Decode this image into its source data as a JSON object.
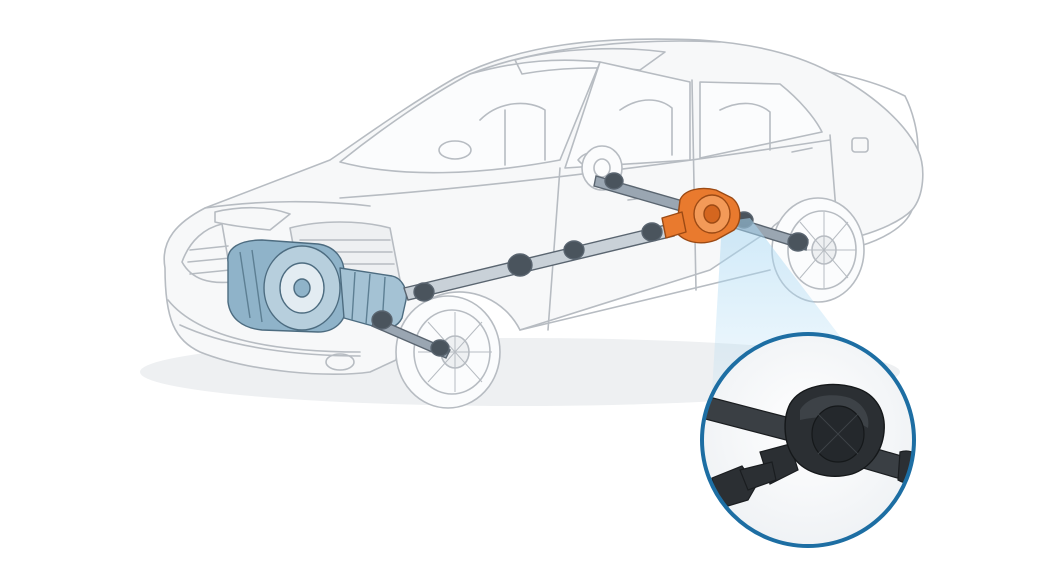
{
  "diagram": {
    "subject": "drivetrain-cutaway-illustration",
    "components": [
      {
        "name": "car-body",
        "icon": "sedan-outline"
      },
      {
        "name": "transmission",
        "icon": "gearbox"
      },
      {
        "name": "drive-shaft",
        "icon": "shaft"
      },
      {
        "name": "rear-differential",
        "icon": "differential"
      },
      {
        "name": "rear-axle",
        "icon": "axle"
      },
      {
        "name": "differential-detail-inset",
        "icon": "magnifier-callout"
      }
    ],
    "colors": {
      "outline": "#b7bcc2",
      "body_fill": "#f7f8f9",
      "transmission": "#8fb3c9",
      "shaft": "#9aa6b2",
      "differential": "#e97a2e",
      "callout_ring": "#1d6ea3",
      "callout_beam": "#a9d8f3",
      "inset_part": "#2b2f33"
    }
  }
}
